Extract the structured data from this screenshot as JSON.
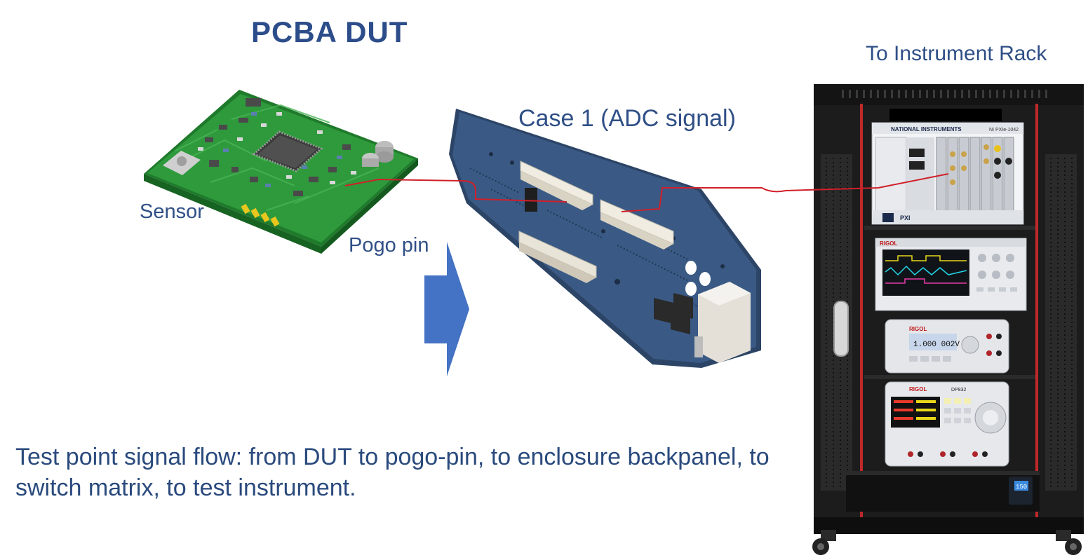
{
  "title": "PCBA DUT",
  "labels": {
    "rack": "To Instrument Rack",
    "case": "Case 1 (ADC signal)",
    "sensor": "Sensor",
    "pogo_pin": "Pogo pin"
  },
  "caption": {
    "line1": "Test point signal flow: from DUT to pogo-pin, to enclosure backpanel, to",
    "line2": "switch matrix, to test instrument."
  },
  "instruments": {
    "pxi_brand": "NATIONAL INSTRUMENTS",
    "pxi_model": "NI PXIe-1042",
    "pxi_badge": "PXI",
    "scope_brand": "RIGOL",
    "dmm_brand": "RIGOL",
    "dmm_reading": "1.000 002V",
    "psu_brand": "RIGOL",
    "psu_model": "DP832",
    "ups_display": "150"
  },
  "colors": {
    "text": "#2f4f86",
    "signal_line": "#d0202a",
    "arrow": "#4472c4",
    "pcb": "#2e9a3c",
    "backpanel": "#34507a",
    "rack": "#1c1c1c",
    "rack_rail": "#c0282a"
  }
}
